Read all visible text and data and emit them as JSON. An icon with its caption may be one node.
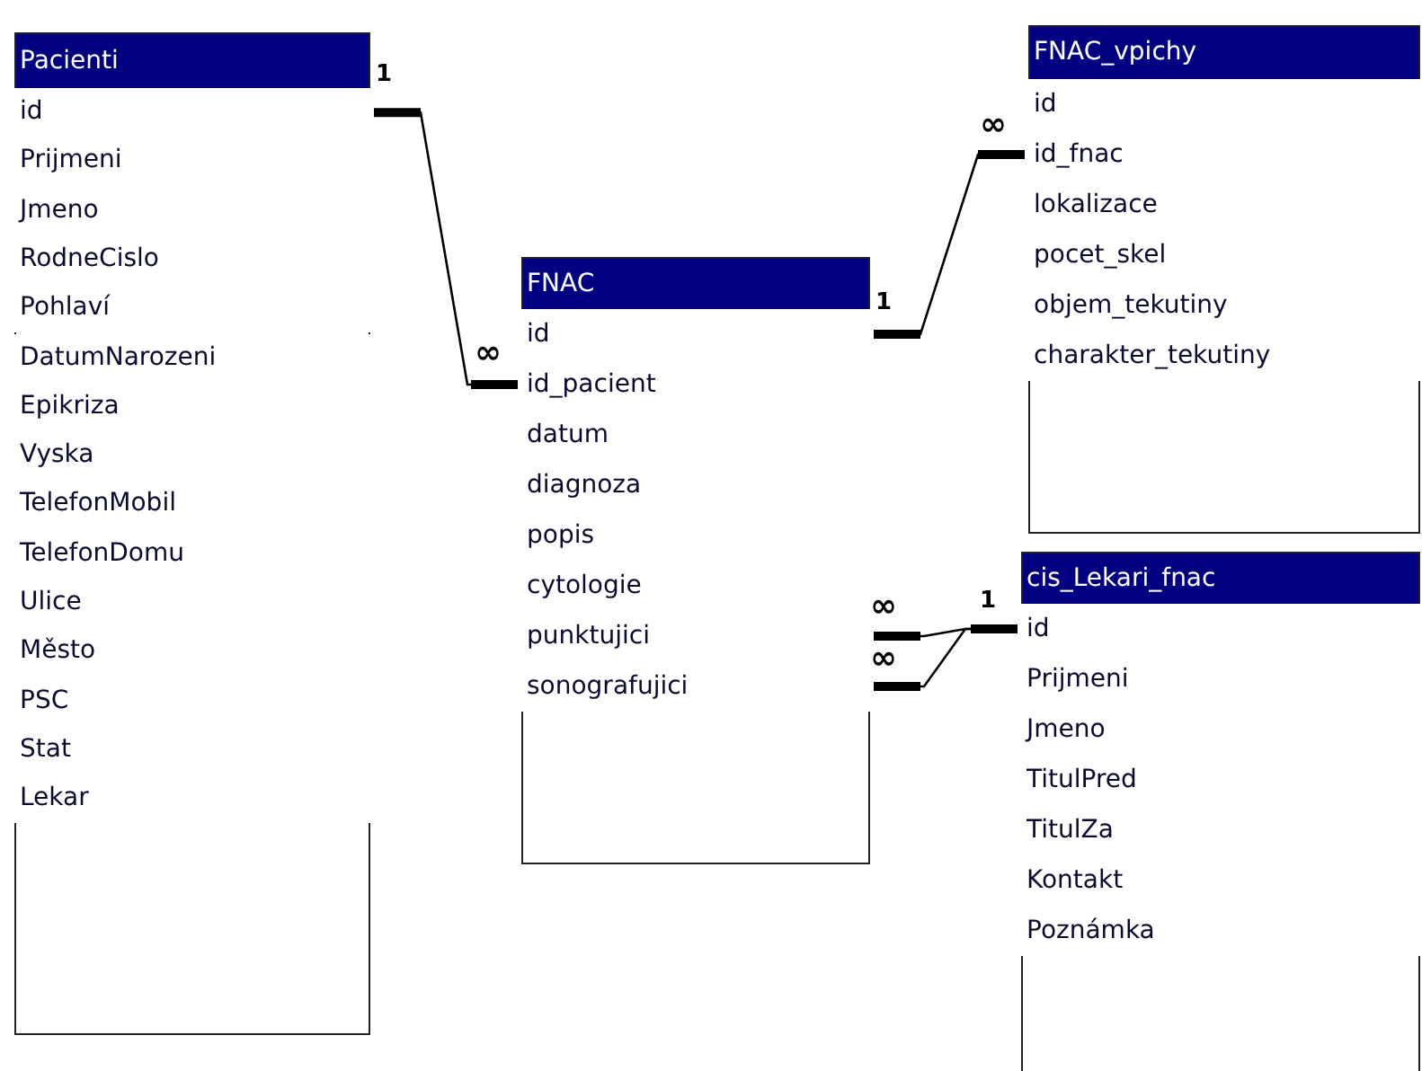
{
  "diagram": {
    "nodes": [
      {
        "text": [
          "Pacienti"
        ]
      },
      {
        "text": [
          "id"
        ],
        "in": 0
      },
      {
        "text": [
          "Prijmeni"
        ],
        "in": 0
      },
      {
        "text": [
          "Jmeno"
        ],
        "in": 0
      },
      {
        "text": [
          "RodneCislo"
        ],
        "in": 0
      },
      {
        "text": [
          "Pohlaví"
        ],
        "in": 0
      },
      {
        "text": [
          "DatumNarozeni"
        ],
        "in": 0
      },
      {
        "text": [
          "Epikriza"
        ],
        "in": 0
      },
      {
        "text": [
          "Vyska"
        ],
        "in": 0
      },
      {
        "text": [
          "TelefonMobil"
        ],
        "in": 0
      },
      {
        "text": [
          "TelefonDomu"
        ],
        "in": 0
      },
      {
        "text": [
          "Ulice"
        ],
        "in": 0
      },
      {
        "text": [
          "Město"
        ],
        "in": 0
      },
      {
        "text": [
          "PSC"
        ],
        "in": 0
      },
      {
        "text": [
          "Stat"
        ],
        "in": 0
      },
      {
        "text": [
          "Lekar"
        ],
        "in": 0
      },
      {
        "text": [
          "FNAC"
        ]
      },
      {
        "text": [
          "id"
        ],
        "in": 16
      },
      {
        "text": [
          "id_pacient"
        ],
        "in": 16
      },
      {
        "text": [
          "datum"
        ],
        "in": 16
      },
      {
        "text": [
          "diagnoza"
        ],
        "in": 16
      },
      {
        "text": [
          "popis"
        ],
        "in": 16
      },
      {
        "text": [
          "cytologie"
        ],
        "in": 16
      },
      {
        "text": [
          "punktujici"
        ],
        "in": 16
      },
      {
        "text": [
          "sonografujici"
        ],
        "in": 16
      },
      {
        "text": [
          "FNAC_vpichy"
        ]
      },
      {
        "text": [
          "id"
        ],
        "in": 25
      },
      {
        "text": [
          "id_fnac"
        ],
        "in": 25
      },
      {
        "text": [
          "lokalizace"
        ],
        "in": 25
      },
      {
        "text": [
          "pocet_skel"
        ],
        "in": 25
      },
      {
        "text": [
          "objem_tekutiny"
        ],
        "in": 25
      },
      {
        "text": [
          "charakter_tekutiny"
        ],
        "in": 25
      },
      {
        "text": [
          "cis_Lekari_fnac"
        ]
      },
      {
        "text": [
          "id"
        ],
        "in": 32
      },
      {
        "text": [
          "Prijmeni"
        ],
        "in": 32
      },
      {
        "text": [
          "Jmeno"
        ],
        "in": 32
      },
      {
        "text": [
          "TitulPred"
        ],
        "in": 32
      },
      {
        "text": [
          "TitulZa"
        ],
        "in": 32
      },
      {
        "text": [
          "Kontakt"
        ],
        "in": 32
      },
      {
        "text": [
          "Poznámka"
        ],
        "in": 32
      }
    ],
    "edges": [
      {
        "from": 1,
        "to": 18,
        "arrow": "other"
      },
      {
        "from": 17,
        "to": 27,
        "arrow": "other"
      },
      {
        "from": 33,
        "to": 23,
        "arrow": "other"
      },
      {
        "from": 33,
        "to": 24,
        "arrow": "other"
      }
    ],
    "labels": [
      "1",
      "∞",
      "1",
      "∞",
      "1",
      "∞",
      "∞"
    ]
  }
}
